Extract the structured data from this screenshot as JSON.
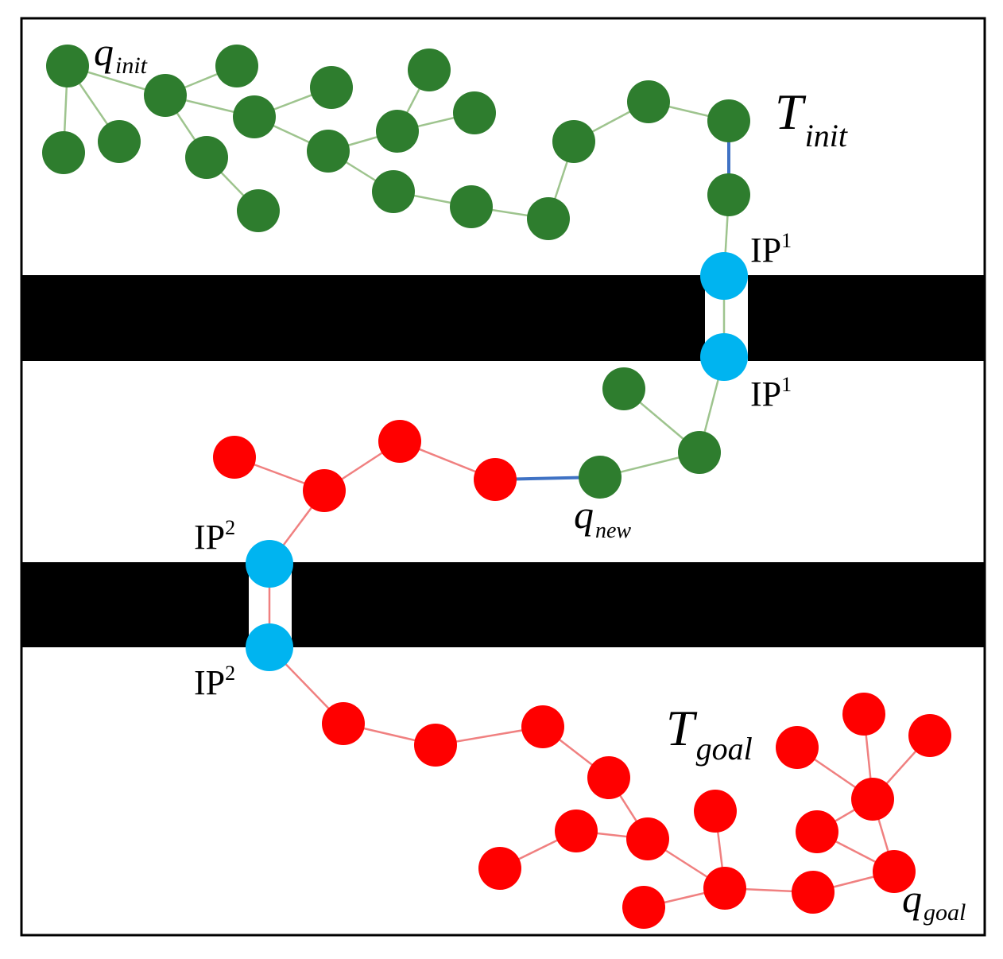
{
  "colors": {
    "init_node": "#2e7d2e",
    "goal_node": "#ff0000",
    "intersection_node": "#00b4f0",
    "init_edge": "#9ec48e",
    "goal_edge": "#f08080",
    "connect_edge": "#3f72c4",
    "obstacle": "#000000",
    "frame": "#000000"
  },
  "labels": {
    "q_init_main": "q",
    "q_init_sub": "init",
    "t_init_main": "T",
    "t_init_sub": "init",
    "ip1_top_main": "IP",
    "ip1_top_sup": "1",
    "ip1_bottom_main": "IP",
    "ip1_bottom_sup": "1",
    "q_new_main": "q",
    "q_new_sub": "new",
    "ip2_top_main": "IP",
    "ip2_top_sup": "2",
    "ip2_bottom_main": "IP",
    "ip2_bottom_sup": "2",
    "t_goal_main": "T",
    "t_goal_sub": "goal",
    "q_goal_main": "q",
    "q_goal_sub": "goal"
  },
  "nodes": [
    {
      "id": "g1",
      "tree": "init",
      "icon": "tree-node"
    },
    {
      "id": "g2",
      "tree": "init",
      "icon": "tree-node"
    },
    {
      "id": "g3",
      "tree": "init",
      "icon": "tree-node"
    },
    {
      "id": "g4",
      "tree": "init",
      "icon": "tree-node"
    },
    {
      "id": "g5",
      "tree": "init",
      "icon": "tree-node"
    },
    {
      "id": "g6",
      "tree": "init",
      "icon": "tree-node"
    },
    {
      "id": "g7",
      "tree": "init",
      "icon": "tree-node"
    },
    {
      "id": "g8",
      "tree": "init",
      "icon": "tree-node"
    },
    {
      "id": "g9",
      "tree": "init",
      "icon": "tree-node"
    },
    {
      "id": "g10",
      "tree": "init",
      "icon": "tree-node"
    },
    {
      "id": "g11",
      "tree": "init",
      "icon": "tree-node"
    },
    {
      "id": "g12",
      "tree": "init",
      "icon": "tree-node"
    },
    {
      "id": "g13",
      "tree": "init",
      "icon": "tree-node"
    },
    {
      "id": "g14",
      "tree": "init",
      "icon": "tree-node"
    },
    {
      "id": "g15",
      "tree": "init",
      "icon": "tree-node"
    },
    {
      "id": "g16",
      "tree": "init",
      "icon": "tree-node"
    },
    {
      "id": "g17",
      "tree": "init",
      "icon": "tree-node"
    },
    {
      "id": "g18",
      "tree": "init",
      "icon": "tree-node"
    },
    {
      "id": "g19",
      "tree": "init",
      "icon": "tree-node"
    },
    {
      "id": "g20",
      "tree": "init",
      "icon": "tree-node"
    },
    {
      "id": "ip1a",
      "tree": "intersection",
      "icon": "intersection-node"
    },
    {
      "id": "ip1b",
      "tree": "intersection",
      "icon": "intersection-node"
    },
    {
      "id": "g21",
      "tree": "init",
      "icon": "tree-node"
    },
    {
      "id": "g22",
      "tree": "init",
      "icon": "tree-node"
    },
    {
      "id": "g23",
      "tree": "init",
      "icon": "tree-node"
    },
    {
      "id": "r1",
      "tree": "goal",
      "icon": "tree-node"
    },
    {
      "id": "r2",
      "tree": "goal",
      "icon": "tree-node"
    },
    {
      "id": "r3",
      "tree": "goal",
      "icon": "tree-node"
    },
    {
      "id": "r4",
      "tree": "goal",
      "icon": "tree-node"
    },
    {
      "id": "ip2a",
      "tree": "intersection",
      "icon": "intersection-node"
    },
    {
      "id": "ip2b",
      "tree": "intersection",
      "icon": "intersection-node"
    },
    {
      "id": "r5",
      "tree": "goal",
      "icon": "tree-node"
    },
    {
      "id": "r6",
      "tree": "goal",
      "icon": "tree-node"
    },
    {
      "id": "r7",
      "tree": "goal",
      "icon": "tree-node"
    },
    {
      "id": "r8",
      "tree": "goal",
      "icon": "tree-node"
    },
    {
      "id": "r9",
      "tree": "goal",
      "icon": "tree-node"
    },
    {
      "id": "r10",
      "tree": "goal",
      "icon": "tree-node"
    },
    {
      "id": "r11",
      "tree": "goal",
      "icon": "tree-node"
    },
    {
      "id": "r12",
      "tree": "goal",
      "icon": "tree-node"
    },
    {
      "id": "r13",
      "tree": "goal",
      "icon": "tree-node"
    },
    {
      "id": "r14",
      "tree": "goal",
      "icon": "tree-node"
    },
    {
      "id": "r15",
      "tree": "goal",
      "icon": "tree-node"
    },
    {
      "id": "r16",
      "tree": "goal",
      "icon": "tree-node"
    },
    {
      "id": "r17",
      "tree": "goal",
      "icon": "tree-node"
    },
    {
      "id": "r18",
      "tree": "goal",
      "icon": "tree-node"
    },
    {
      "id": "r19",
      "tree": "goal",
      "icon": "tree-node"
    },
    {
      "id": "r20",
      "tree": "goal",
      "icon": "tree-node"
    },
    {
      "id": "r21",
      "tree": "goal",
      "icon": "tree-node"
    }
  ],
  "edges": [
    {
      "from": "g1",
      "to": "g2",
      "kind": "init"
    },
    {
      "from": "g1",
      "to": "g3",
      "kind": "init"
    },
    {
      "from": "g1",
      "to": "g4",
      "kind": "init"
    },
    {
      "from": "g2",
      "to": "g5",
      "kind": "init"
    },
    {
      "from": "g2",
      "to": "g6",
      "kind": "init"
    },
    {
      "from": "g2",
      "to": "g7",
      "kind": "init"
    },
    {
      "from": "g7",
      "to": "g8",
      "kind": "init"
    },
    {
      "from": "g6",
      "to": "g9",
      "kind": "init"
    },
    {
      "from": "g6",
      "to": "g10",
      "kind": "init"
    },
    {
      "from": "g10",
      "to": "g11",
      "kind": "init"
    },
    {
      "from": "g11",
      "to": "g12",
      "kind": "init"
    },
    {
      "from": "g11",
      "to": "g13",
      "kind": "init"
    },
    {
      "from": "g10",
      "to": "g14",
      "kind": "init"
    },
    {
      "from": "g14",
      "to": "g15",
      "kind": "init"
    },
    {
      "from": "g15",
      "to": "g16",
      "kind": "init"
    },
    {
      "from": "g16",
      "to": "g17",
      "kind": "init"
    },
    {
      "from": "g17",
      "to": "g18",
      "kind": "init"
    },
    {
      "from": "g18",
      "to": "g19",
      "kind": "init"
    },
    {
      "from": "g19",
      "to": "g20",
      "kind": "connect"
    },
    {
      "from": "g20",
      "to": "ip1a",
      "kind": "init"
    },
    {
      "from": "ip1a",
      "to": "ip1b",
      "kind": "init"
    },
    {
      "from": "ip1b",
      "to": "g21",
      "kind": "init"
    },
    {
      "from": "g21",
      "to": "g22",
      "kind": "init"
    },
    {
      "from": "g21",
      "to": "g23",
      "kind": "init"
    },
    {
      "from": "g23",
      "to": "r4",
      "kind": "connect"
    },
    {
      "from": "r4",
      "to": "r3",
      "kind": "goal"
    },
    {
      "from": "r3",
      "to": "r2",
      "kind": "goal"
    },
    {
      "from": "r2",
      "to": "r1",
      "kind": "goal"
    },
    {
      "from": "r2",
      "to": "ip2a",
      "kind": "goal"
    },
    {
      "from": "ip2a",
      "to": "ip2b",
      "kind": "goal"
    },
    {
      "from": "ip2b",
      "to": "r5",
      "kind": "goal"
    },
    {
      "from": "r5",
      "to": "r6",
      "kind": "goal"
    },
    {
      "from": "r6",
      "to": "r7",
      "kind": "goal"
    },
    {
      "from": "r7",
      "to": "r8",
      "kind": "goal"
    },
    {
      "from": "r8",
      "to": "r9",
      "kind": "goal"
    },
    {
      "from": "r10",
      "to": "r11",
      "kind": "goal"
    },
    {
      "from": "r11",
      "to": "r9",
      "kind": "goal"
    },
    {
      "from": "r9",
      "to": "r12",
      "kind": "goal"
    },
    {
      "from": "r12",
      "to": "r13",
      "kind": "goal"
    },
    {
      "from": "r12",
      "to": "r14",
      "kind": "goal"
    },
    {
      "from": "r12",
      "to": "r15",
      "kind": "goal"
    },
    {
      "from": "r15",
      "to": "r16",
      "kind": "goal"
    },
    {
      "from": "r16",
      "to": "r17",
      "kind": "goal"
    },
    {
      "from": "r17",
      "to": "r18",
      "kind": "goal"
    },
    {
      "from": "r17",
      "to": "r19",
      "kind": "goal"
    },
    {
      "from": "r19",
      "to": "r20",
      "kind": "goal"
    },
    {
      "from": "r19",
      "to": "r21",
      "kind": "goal"
    }
  ]
}
